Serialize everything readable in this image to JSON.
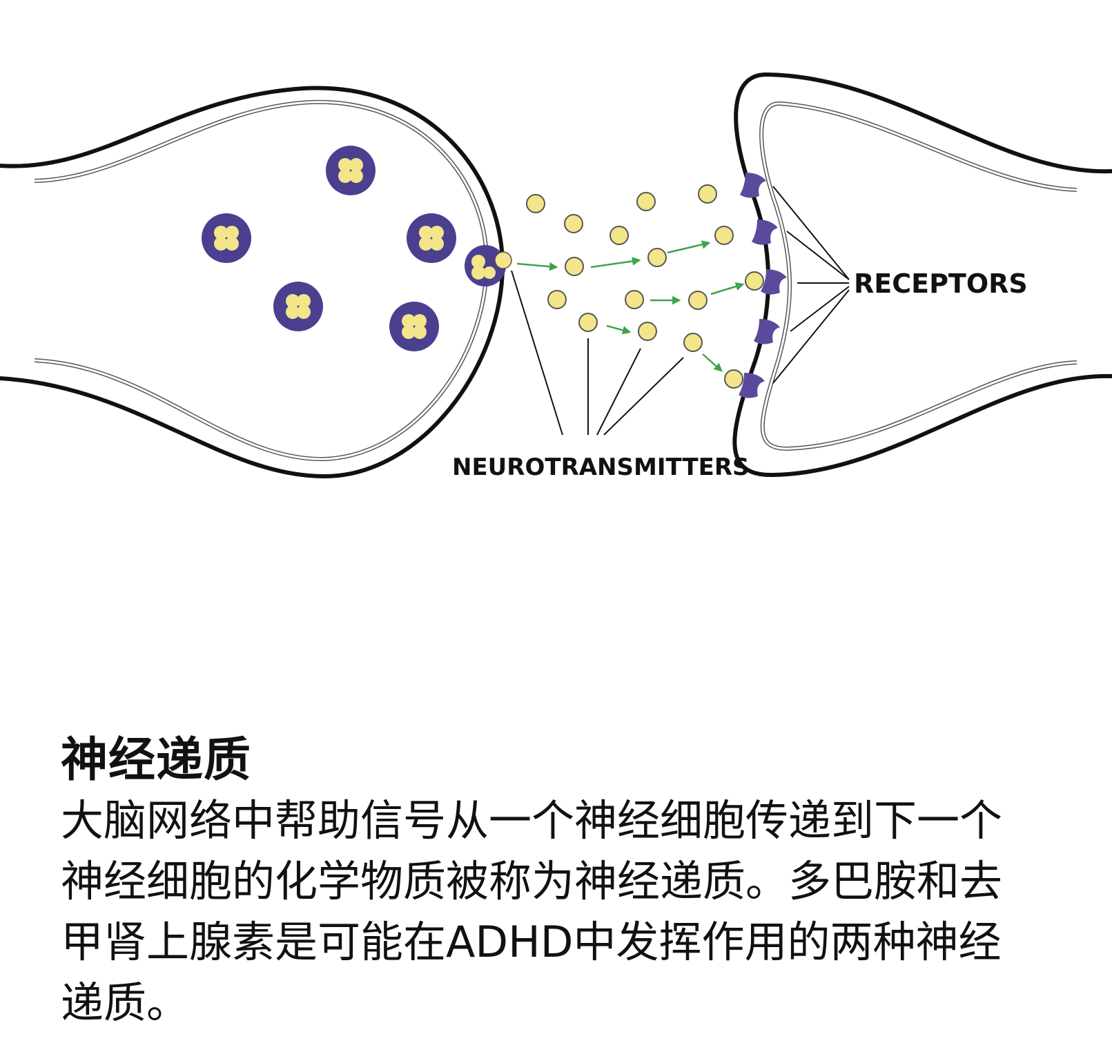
{
  "diagram": {
    "labels": {
      "neurotransmitters": "NEUROTRANSMITTERS",
      "receptors": "RECEPTORS"
    },
    "colors": {
      "vesicle": "#4b3f8f",
      "neurotransmitter": "#f2e58a",
      "receptor": "#5b4a9c",
      "arrow": "#3fa34d",
      "membrane": "#111111"
    }
  },
  "content": {
    "title": "神经递质",
    "body": "大脑网络中帮助信号从一个神经细胞传递到下一个神经细胞的化学物质被称为神经递质。多巴胺和去甲肾上腺素是可能在ADHD中发挥作用的两种神经递质。"
  }
}
